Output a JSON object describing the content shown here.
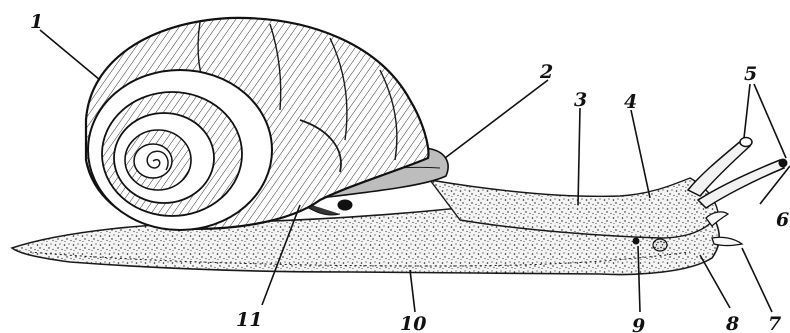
{
  "figure": {
    "labels": {
      "shell": "1",
      "mantle_collar": "2",
      "body": "3",
      "head": "4",
      "upper_tentacles": "5",
      "eye": "6",
      "lower_tentacle": "7",
      "mouth": "8",
      "genital_pore": "9",
      "foot": "10",
      "breathing_pore": "11"
    }
  }
}
